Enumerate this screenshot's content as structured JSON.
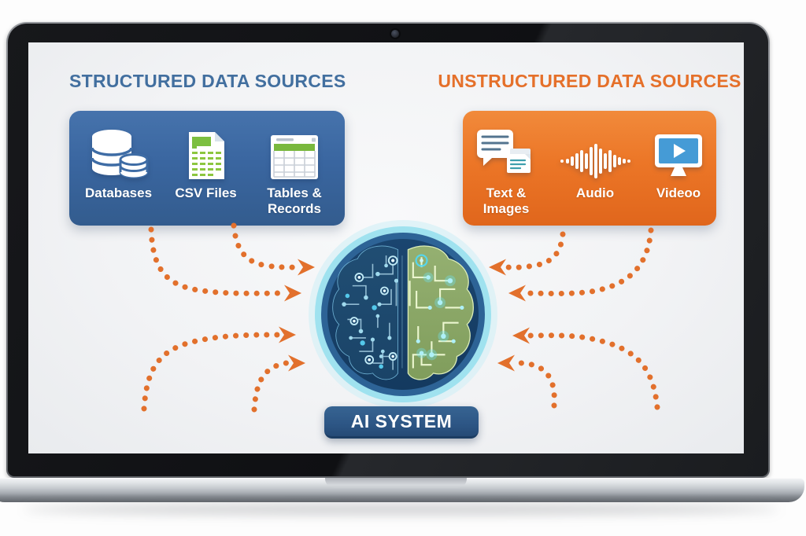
{
  "headings": {
    "structured": "STRUCTURED DATA SOURCES",
    "unstructured": "UNSTRUCTURED DATA SOURCES"
  },
  "structured_box": {
    "items": [
      {
        "icon": "database-icon",
        "label": "Databases"
      },
      {
        "icon": "csv-file-icon",
        "label": "CSV Files"
      },
      {
        "icon": "table-grid-icon",
        "label": "Tables & Records"
      }
    ]
  },
  "unstructured_box": {
    "items": [
      {
        "icon": "text-images-icon",
        "label": "Text & Images"
      },
      {
        "icon": "audio-waveform-icon",
        "label": "Audio"
      },
      {
        "icon": "video-monitor-icon",
        "label": "Videoo"
      }
    ]
  },
  "center": {
    "icon": "ai-brain-circuit-icon",
    "label": "AI SYSTEM"
  },
  "colors": {
    "structured_accent": "#3e6ca5",
    "unstructured_accent": "#e9761f",
    "arrow": "#e2702c",
    "heading_blue": "#426f9f",
    "heading_orange": "#e5702a",
    "badge": "#2d5a8c",
    "icon_green": "#7cbf40",
    "screen_blue": "#459bd6"
  }
}
